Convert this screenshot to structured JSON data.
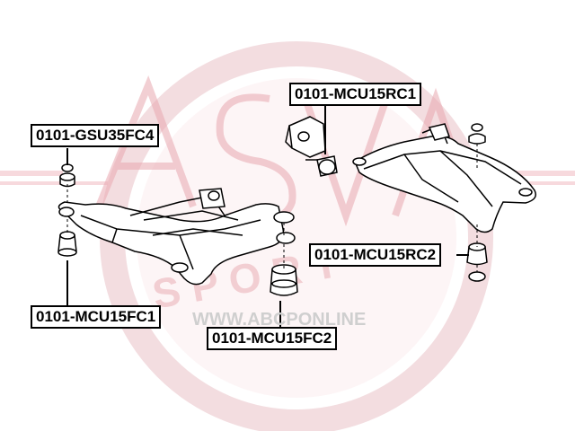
{
  "watermark": {
    "brand": "ASVA",
    "sub": "SPORT",
    "url": "WWW.ABCPONLINE"
  },
  "colors": {
    "watermark_red": "#e9a8b0",
    "watermark_pink": "#f6d6da",
    "outline": "#000000"
  },
  "parts": [
    {
      "id": "gsu35fc4",
      "code": "0101-GSU35FC4"
    },
    {
      "id": "mcu15fc1",
      "code": "0101-MCU15FC1"
    },
    {
      "id": "mcu15fc2",
      "code": "0101-MCU15FC2"
    },
    {
      "id": "mcu15rc1",
      "code": "0101-MCU15RC1"
    },
    {
      "id": "mcu15rc2",
      "code": "0101-MCU15RC2"
    }
  ]
}
